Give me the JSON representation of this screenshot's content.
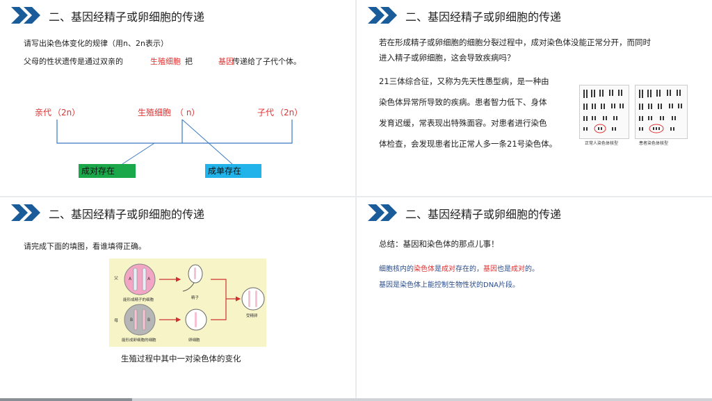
{
  "slide1": {
    "title": "二、基因经精子或卵细胞的传递",
    "instruction": "请写出染色体变化的规律（用n、2n表示）",
    "sentence_pre": "父母的性状遗传是通过双亲的",
    "blank1": "生殖细胞",
    "mid": "把",
    "blank2": "基因",
    "sentence_post": "传递给了子代个体。",
    "label_parent": "亲代",
    "label_parent_val": "（2n）",
    "label_germ": "生殖细胞",
    "label_germ_val": "（ n）",
    "label_child": "子代",
    "label_child_val": "（2n）",
    "box_paired": "成对存在",
    "box_single": "成单存在",
    "colors": {
      "red": "#e03030",
      "green": "#1aa84a",
      "blue": "#21b3ea",
      "chevron": "#1a5c9a"
    }
  },
  "slide2": {
    "title": "二、基因经精子或卵细胞的传递",
    "question_line1": "若在形成精子或卵细胞的细胞分裂过程中，成对染色体没能正常分开，而同时",
    "question_line2": "进入精子或卵细胞，这会导致疾病吗？",
    "para_line1": "21三体综合征，又称为先天性愚型病，是一种由",
    "para_line2": "染色体异常所导致的疾病。患者智力低下、身体",
    "para_line3": "发育迟缓，常表现出特殊面容。对患者进行染色",
    "para_line4": "体检查，会发现患者比正常人多一条21号染色体。",
    "caption_normal": "正常人染色体核型",
    "caption_patient": "患者染色体核型"
  },
  "slide3": {
    "title": "二、基因经精子或卵细胞的传递",
    "instruction": "请完成下面的填图，看谁填得正确。",
    "label_father": "父",
    "label_mother": "母",
    "cell1_caption": "能形成精子的细胞",
    "cell2_caption": "能形成卵细胞的细胞",
    "sperm_caption": "精子",
    "egg_caption": "卵细胞",
    "zygote_caption": "受精卵",
    "gene_A": "A",
    "gene_a": "a",
    "gene_B": "B",
    "caption": "生殖过程中其中一对染色体的变化"
  },
  "slide4": {
    "title": "二、基因经精子或卵细胞的传递",
    "summary": "总结：基因和染色体的那点儿事！",
    "l1_a": "细胞核内的",
    "l1_b": "染色体",
    "l1_c": "是",
    "l1_d": "成对",
    "l1_e": "存在的，",
    "l1_f": "基因",
    "l1_g": "也是",
    "l1_h": "成对",
    "l1_i": "的。",
    "line2": "基因是染色体上能控制生物性状的DNA片段。"
  }
}
